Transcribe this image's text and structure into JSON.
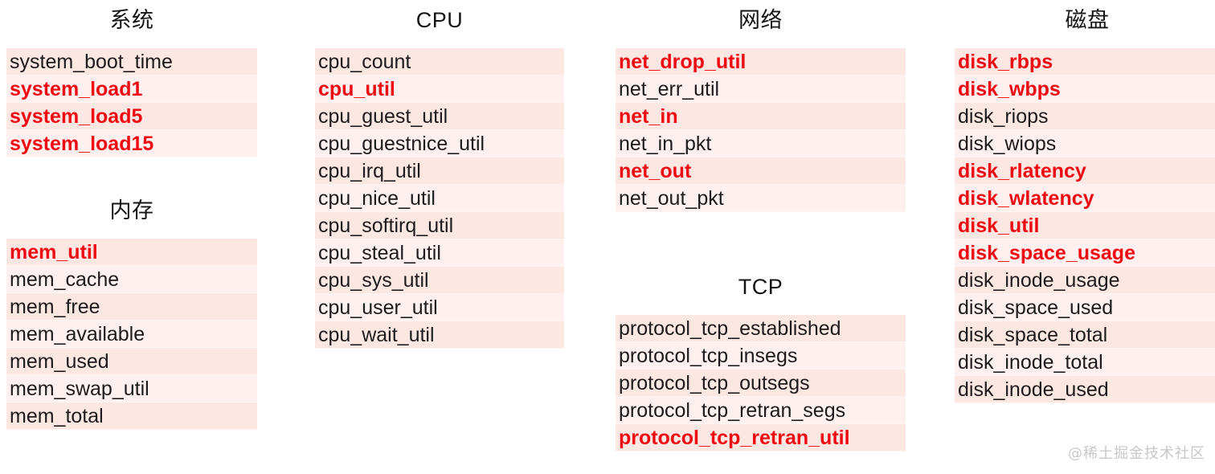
{
  "page": {
    "background": "#ffffff",
    "highlight_color": "#ee0a12",
    "text_color": "#1c1c1c",
    "row_bg_odd": "#fce7e3",
    "row_bg_even": "#fdf0ee"
  },
  "watermark": {
    "text": "@稀土掘金技术社区"
  },
  "groups": [
    {
      "id": "system",
      "title": "系统",
      "items": [
        {
          "label": "system_boot_time",
          "highlighted": false
        },
        {
          "label": "system_load1",
          "highlighted": true
        },
        {
          "label": "system_load5",
          "highlighted": true
        },
        {
          "label": "system_load15",
          "highlighted": true
        }
      ]
    },
    {
      "id": "memory",
      "title": "内存",
      "items": [
        {
          "label": "mem_util",
          "highlighted": true
        },
        {
          "label": "mem_cache",
          "highlighted": false
        },
        {
          "label": "mem_free",
          "highlighted": false
        },
        {
          "label": "mem_available",
          "highlighted": false
        },
        {
          "label": "mem_used",
          "highlighted": false
        },
        {
          "label": "mem_swap_util",
          "highlighted": false
        },
        {
          "label": "mem_total",
          "highlighted": false
        }
      ]
    },
    {
      "id": "cpu",
      "title": "CPU",
      "items": [
        {
          "label": "cpu_count",
          "highlighted": false
        },
        {
          "label": "cpu_util",
          "highlighted": true
        },
        {
          "label": "cpu_guest_util",
          "highlighted": false
        },
        {
          "label": "cpu_guestnice_util",
          "highlighted": false
        },
        {
          "label": "cpu_irq_util",
          "highlighted": false
        },
        {
          "label": "cpu_nice_util",
          "highlighted": false
        },
        {
          "label": "cpu_softirq_util",
          "highlighted": false
        },
        {
          "label": "cpu_steal_util",
          "highlighted": false
        },
        {
          "label": "cpu_sys_util",
          "highlighted": false
        },
        {
          "label": "cpu_user_util",
          "highlighted": false
        },
        {
          "label": "cpu_wait_util",
          "highlighted": false
        }
      ]
    },
    {
      "id": "network",
      "title": "网络",
      "items": [
        {
          "label": "net_drop_util",
          "highlighted": true
        },
        {
          "label": "net_err_util",
          "highlighted": false
        },
        {
          "label": "net_in",
          "highlighted": true
        },
        {
          "label": "net_in_pkt",
          "highlighted": false
        },
        {
          "label": "net_out",
          "highlighted": true
        },
        {
          "label": "net_out_pkt",
          "highlighted": false
        }
      ]
    },
    {
      "id": "tcp",
      "title": "TCP",
      "items": [
        {
          "label": "protocol_tcp_established",
          "highlighted": false
        },
        {
          "label": "protocol_tcp_insegs",
          "highlighted": false
        },
        {
          "label": "protocol_tcp_outsegs",
          "highlighted": false
        },
        {
          "label": "protocol_tcp_retran_segs",
          "highlighted": false
        },
        {
          "label": "protocol_tcp_retran_util",
          "highlighted": true
        }
      ]
    },
    {
      "id": "disk",
      "title": "磁盘",
      "items": [
        {
          "label": "disk_rbps",
          "highlighted": true
        },
        {
          "label": "disk_wbps",
          "highlighted": true
        },
        {
          "label": "disk_riops",
          "highlighted": false
        },
        {
          "label": "disk_wiops",
          "highlighted": false
        },
        {
          "label": "disk_rlatency",
          "highlighted": true
        },
        {
          "label": "disk_wlatency",
          "highlighted": true
        },
        {
          "label": "disk_util",
          "highlighted": true
        },
        {
          "label": "disk_space_usage",
          "highlighted": true
        },
        {
          "label": "disk_inode_usage",
          "highlighted": false
        },
        {
          "label": "disk_space_used",
          "highlighted": false
        },
        {
          "label": "disk_space_total",
          "highlighted": false
        },
        {
          "label": "disk_inode_total",
          "highlighted": false
        },
        {
          "label": "disk_inode_used",
          "highlighted": false
        }
      ]
    }
  ]
}
